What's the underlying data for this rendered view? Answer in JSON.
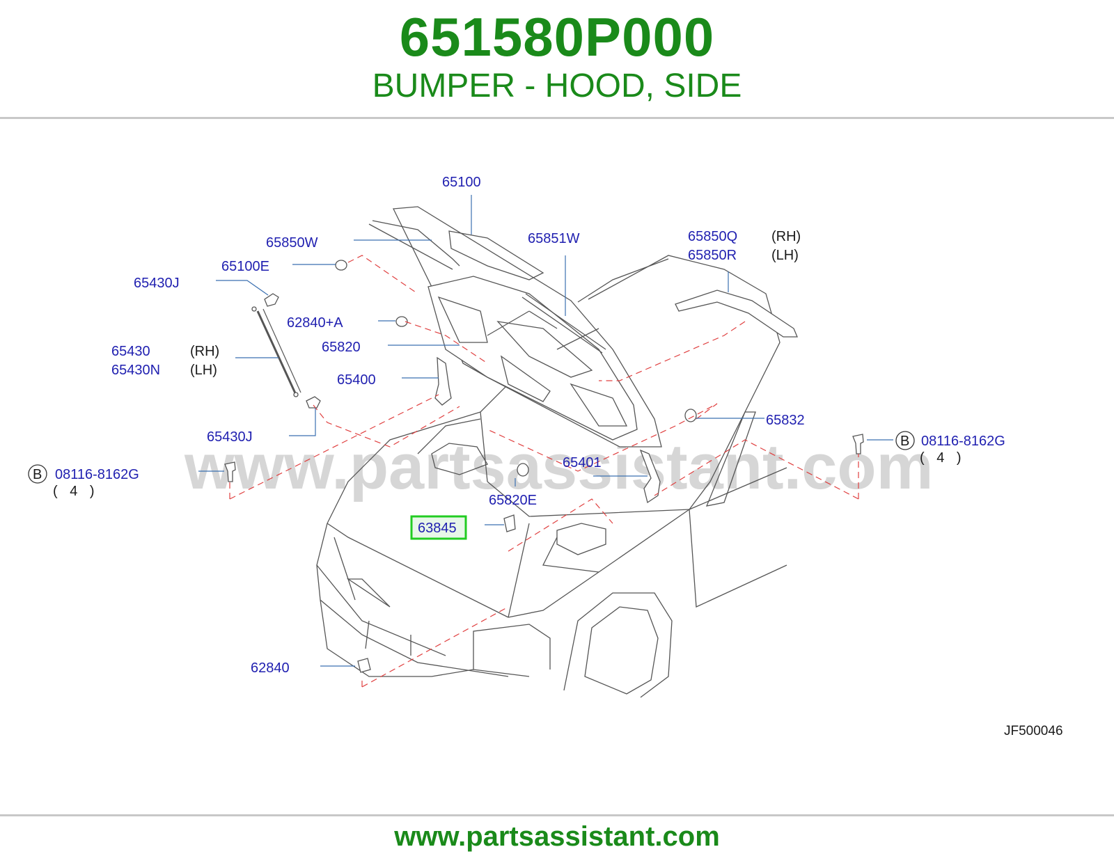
{
  "header": {
    "part_number": "651580P000",
    "title": "BUMPER - HOOD, SIDE"
  },
  "diagram": {
    "watermark": "www.partsassistant.com",
    "reference_code": "JF500046",
    "highlighted_part": "63845",
    "callouts": [
      {
        "id": "65100",
        "label": "65100"
      },
      {
        "id": "65850W",
        "label": "65850W"
      },
      {
        "id": "65851W",
        "label": "65851W"
      },
      {
        "id": "65850Q",
        "label": "65850Q",
        "side": "(RH)"
      },
      {
        "id": "65850R",
        "label": "65850R",
        "side": "(LH)"
      },
      {
        "id": "65100E",
        "label": "65100E"
      },
      {
        "id": "65430J-top",
        "label": "65430J"
      },
      {
        "id": "62840A",
        "label": "62840+A"
      },
      {
        "id": "65430",
        "label": "65430",
        "side": "(RH)"
      },
      {
        "id": "65430N",
        "label": "65430N",
        "side": "(LH)"
      },
      {
        "id": "65820",
        "label": "65820"
      },
      {
        "id": "65400",
        "label": "65400"
      },
      {
        "id": "65832",
        "label": "65832"
      },
      {
        "id": "65430J-bottom",
        "label": "65430J"
      },
      {
        "id": "65401",
        "label": "65401"
      },
      {
        "id": "65820E",
        "label": "65820E"
      },
      {
        "id": "63845",
        "label": "63845"
      },
      {
        "id": "62840",
        "label": "62840"
      }
    ],
    "bolts": [
      {
        "id": "bolt-left",
        "marker": "B",
        "label": "08116-8162G",
        "qty": "( 4 )"
      },
      {
        "id": "bolt-right",
        "marker": "B",
        "label": "08116-8162G",
        "qty": "( 4 )"
      }
    ]
  },
  "footer": {
    "url": "www.partsassistant.com"
  },
  "colors": {
    "brand_green": "#1a8a1a",
    "callout_blue": "#1f1fb0",
    "highlight_border": "#22cc22",
    "dashed_line": "#e04040"
  }
}
